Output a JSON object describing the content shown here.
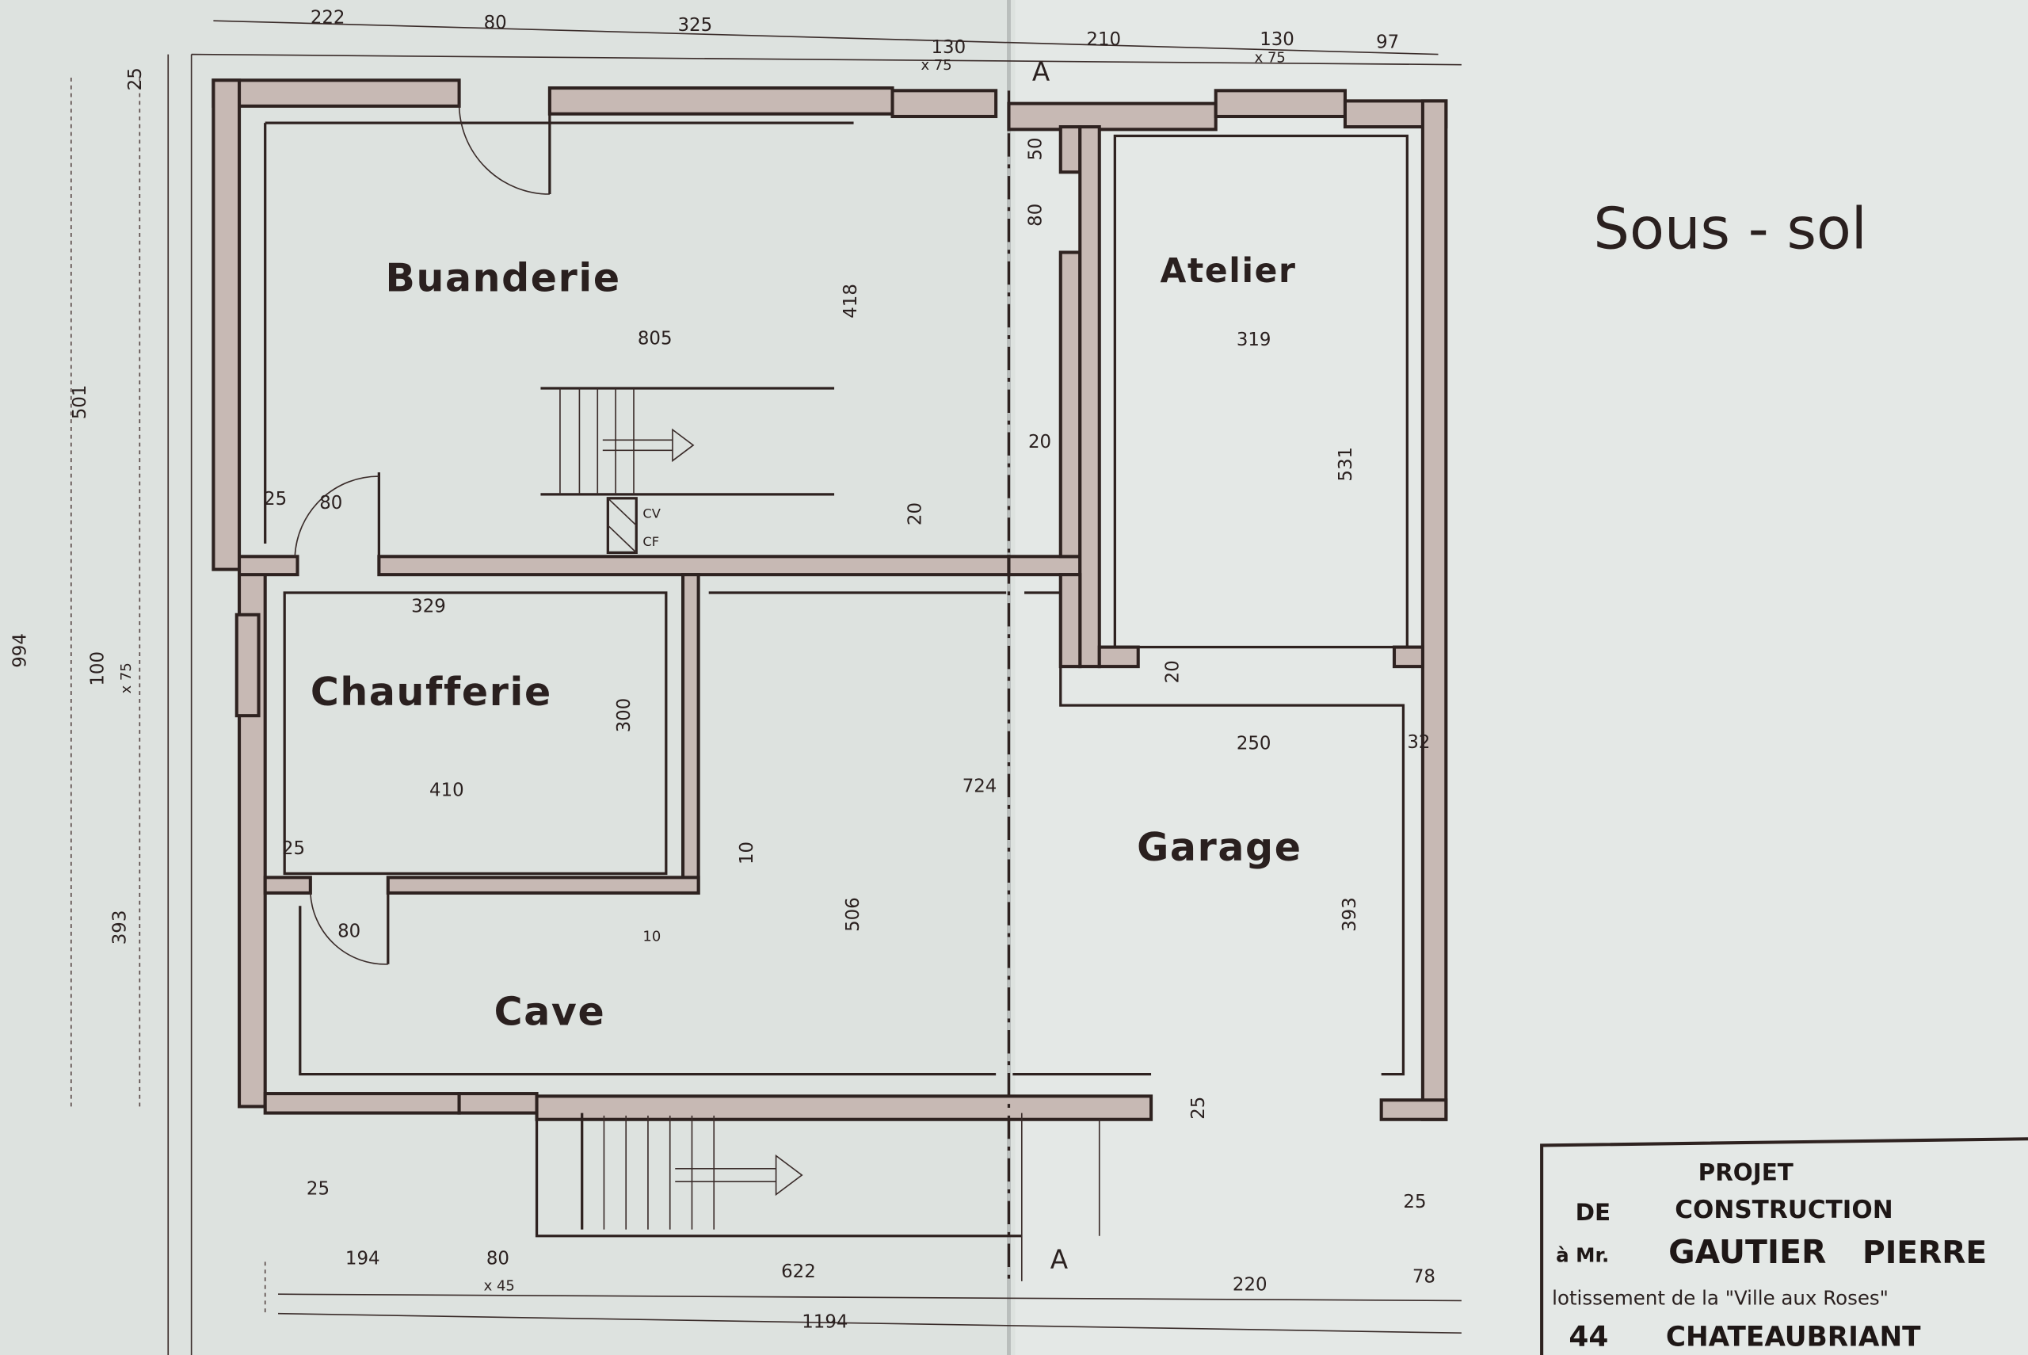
{
  "sheet_title": "Sous - sol",
  "rooms": {
    "buanderie": "Buanderie",
    "atelier": "Atelier",
    "chaufferie": "Chaufferie",
    "garage": "Garage",
    "cave": "Cave"
  },
  "markers": {
    "cv": "CV",
    "cf": "CF",
    "section_top": "A",
    "section_bottom": "A"
  },
  "dimensions": {
    "top": [
      "222",
      "80",
      "325",
      "130",
      "x 75",
      "210",
      "130",
      "x 75",
      "97"
    ],
    "left": [
      "25",
      "501",
      "994",
      "100",
      "x 75",
      "393"
    ],
    "buanderie": [
      "805",
      "418",
      "25",
      "80",
      "20"
    ],
    "atelier": [
      "319",
      "531",
      "20",
      "80",
      "50",
      "20"
    ],
    "chaufferie": [
      "329",
      "300",
      "410",
      "25",
      "80"
    ],
    "cave": [
      "724",
      "506",
      "10",
      "10"
    ],
    "garage": [
      "250",
      "32",
      "393",
      "25"
    ],
    "bottom": [
      "25",
      "25",
      "194",
      "80",
      "x 45",
      "622",
      "220",
      "78",
      "1194"
    ]
  },
  "title_block": {
    "line1": "PROJET",
    "line2a": "DE",
    "line2b": "CONSTRUCTION",
    "line3a": "à Mr.",
    "line3b": "GAUTIER",
    "line3c": "PIERRE",
    "line4": "lotissement de la \"Ville aux Roses\"",
    "line5a": "44",
    "line5b": "CHATEAUBRIANT"
  }
}
